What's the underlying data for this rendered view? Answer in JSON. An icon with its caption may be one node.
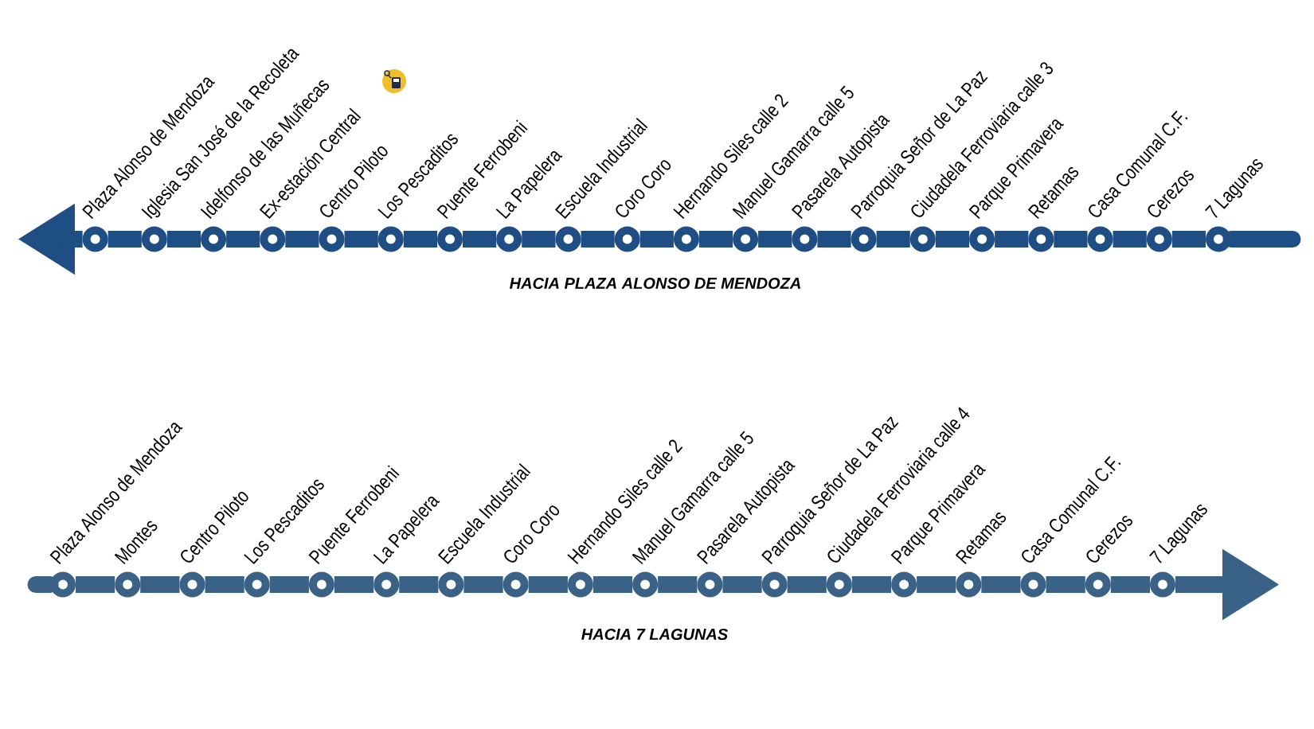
{
  "diagram": {
    "nodes": [
      {
        "text": [],
        "shape": "circle",
        "beside": [
          "Plaza Alonso de Mendoza"
        ]
      },
      {
        "text": [],
        "shape": "circle",
        "beside": [
          "Iglesia San José de la Recoleta"
        ]
      },
      {
        "text": [],
        "shape": "circle",
        "beside": [
          "Idelfonso de las Muñecas"
        ]
      },
      {
        "text": [],
        "shape": "circle",
        "beside": [
          "Ex-estación Central"
        ]
      },
      {
        "text": [],
        "shape": "circle",
        "beside": [
          "Centro Piloto"
        ]
      },
      {
        "text": [],
        "shape": "circle",
        "beside": [
          "Los Pescaditos"
        ]
      },
      {
        "text": [],
        "shape": "circle",
        "beside": [
          "Puente Ferrobeni"
        ]
      },
      {
        "text": [],
        "shape": "circle",
        "beside": [
          "La Papelera"
        ]
      },
      {
        "text": [],
        "shape": "circle",
        "beside": [
          "Escuela Industrial"
        ]
      },
      {
        "text": [],
        "shape": "circle",
        "beside": [
          "Coro Coro"
        ]
      },
      {
        "text": [],
        "shape": "circle",
        "beside": [
          "Hernando Siles calle 2"
        ]
      },
      {
        "text": [],
        "shape": "circle",
        "beside": [
          "Manuel Gamarra calle 5"
        ]
      },
      {
        "text": [],
        "shape": "circle",
        "beside": [
          "Pasarela Autopista"
        ]
      },
      {
        "text": [],
        "shape": "circle",
        "beside": [
          "Parroquia Señor de La Paz"
        ]
      },
      {
        "text": [],
        "shape": "circle",
        "beside": [
          "Ciudadela Ferroviaria calle 3"
        ]
      },
      {
        "text": [],
        "shape": "circle",
        "beside": [
          "Parque Primavera"
        ]
      },
      {
        "text": [],
        "shape": "circle",
        "beside": [
          "Retamas"
        ]
      },
      {
        "text": [],
        "shape": "circle",
        "beside": [
          "Casa Comunal C.F."
        ]
      },
      {
        "text": [],
        "shape": "circle",
        "beside": [
          "Cerezos"
        ]
      },
      {
        "text": [],
        "shape": "circle",
        "beside": [
          "7 Lagunas"
        ]
      },
      {
        "text": [],
        "shape": "circle",
        "beside": [
          "Plaza Alonso de Mendoza"
        ]
      },
      {
        "text": [],
        "shape": "circle",
        "beside": [
          "Montes"
        ]
      },
      {
        "text": [],
        "shape": "circle",
        "beside": [
          "Centro Piloto"
        ]
      },
      {
        "text": [],
        "shape": "circle",
        "beside": [
          "Los Pescaditos"
        ]
      },
      {
        "text": [],
        "shape": "circle",
        "beside": [
          "Puente Ferrobeni"
        ]
      },
      {
        "text": [],
        "shape": "circle",
        "beside": [
          "La Papelera"
        ]
      },
      {
        "text": [],
        "shape": "circle",
        "beside": [
          "Escuela Industrial"
        ]
      },
      {
        "text": [],
        "shape": "circle",
        "beside": [
          "Coro Coro"
        ]
      },
      {
        "text": [],
        "shape": "circle",
        "beside": [
          "Hernando Siles calle 2"
        ]
      },
      {
        "text": [],
        "shape": "circle",
        "beside": [
          "Manuel Gamarra calle 5"
        ]
      },
      {
        "text": [],
        "shape": "circle",
        "beside": [
          "Pasarela Autopista"
        ]
      },
      {
        "text": [],
        "shape": "circle",
        "beside": [
          "Parroquia Señor de La Paz"
        ]
      },
      {
        "text": [],
        "shape": "circle",
        "beside": [
          "Ciudadela Ferroviaria calle 4"
        ]
      },
      {
        "text": [],
        "shape": "circle",
        "beside": [
          "Parque Primavera"
        ]
      },
      {
        "text": [],
        "shape": "circle",
        "beside": [
          "Retamas"
        ]
      },
      {
        "text": [],
        "shape": "circle",
        "beside": [
          "Casa Comunal C.F."
        ]
      },
      {
        "text": [],
        "shape": "circle",
        "beside": [
          "Cerezos"
        ]
      },
      {
        "text": [],
        "shape": "circle",
        "beside": [
          "7 Lagunas"
        ]
      }
    ],
    "edges": [
      {
        "from": 0,
        "to": null,
        "arrow": "to"
      },
      {
        "from": 0,
        "to": 1,
        "arrow": "none"
      },
      {
        "from": 1,
        "to": 2,
        "arrow": "none"
      },
      {
        "from": 2,
        "to": 3,
        "arrow": "none"
      },
      {
        "from": 3,
        "to": 4,
        "arrow": "none"
      },
      {
        "from": 4,
        "to": 5,
        "arrow": "none"
      },
      {
        "from": 5,
        "to": 6,
        "arrow": "none"
      },
      {
        "from": 6,
        "to": 7,
        "arrow": "none"
      },
      {
        "from": 7,
        "to": 8,
        "arrow": "none"
      },
      {
        "from": 8,
        "to": 9,
        "arrow": "none"
      },
      {
        "from": 9,
        "to": 10,
        "arrow": "none"
      },
      {
        "from": 10,
        "to": 11,
        "arrow": "none"
      },
      {
        "from": 11,
        "to": 12,
        "arrow": "none"
      },
      {
        "from": 12,
        "to": 13,
        "arrow": "none"
      },
      {
        "from": 13,
        "to": 14,
        "arrow": "none"
      },
      {
        "from": 14,
        "to": 15,
        "arrow": "none"
      },
      {
        "from": 15,
        "to": 16,
        "arrow": "none"
      },
      {
        "from": 16,
        "to": 17,
        "arrow": "none"
      },
      {
        "from": 17,
        "to": 18,
        "arrow": "none"
      },
      {
        "from": 18,
        "to": 19,
        "arrow": "none"
      },
      {
        "from": 19,
        "to": null,
        "arrow": "none"
      },
      {
        "from": 20,
        "to": null,
        "arrow": "none",
        "color": "#3a6186"
      },
      {
        "from": 20,
        "to": 21,
        "arrow": "none",
        "color": "#3a6186"
      },
      {
        "from": 21,
        "to": 22,
        "arrow": "none",
        "color": "#3a6186"
      },
      {
        "from": 22,
        "to": 23,
        "arrow": "none",
        "color": "#3a6186"
      },
      {
        "from": 23,
        "to": 24,
        "arrow": "none",
        "color": "#3a6186"
      },
      {
        "from": 24,
        "to": 25,
        "arrow": "none",
        "color": "#3a6186"
      },
      {
        "from": 25,
        "to": 26,
        "arrow": "none",
        "color": "#3a6186"
      },
      {
        "from": 26,
        "to": 27,
        "arrow": "none",
        "color": "#3a6186"
      },
      {
        "from": 27,
        "to": 28,
        "arrow": "none",
        "color": "#3a6186"
      },
      {
        "from": 28,
        "to": 29,
        "arrow": "none",
        "color": "#3a6186"
      },
      {
        "from": 29,
        "to": 30,
        "arrow": "none",
        "color": "#3a6186"
      },
      {
        "from": 30,
        "to": 31,
        "arrow": "none",
        "color": "#3a6186"
      },
      {
        "from": 31,
        "to": 32,
        "arrow": "none",
        "color": "#3a6186"
      },
      {
        "from": 32,
        "to": 33,
        "arrow": "none",
        "color": "#3a6186"
      },
      {
        "from": 33,
        "to": 34,
        "arrow": "none",
        "color": "#3a6186"
      },
      {
        "from": 34,
        "to": 35,
        "arrow": "none",
        "color": "#3a6186"
      },
      {
        "from": 35,
        "to": 36,
        "arrow": "none",
        "color": "#3a6186"
      },
      {
        "from": 36,
        "to": 37,
        "arrow": "none",
        "color": "#3a6186"
      },
      {
        "from": 37,
        "to": null,
        "arrow": "to",
        "color": "#3a6186"
      }
    ],
    "labels": [
      "HACIA PLAZA ALONSO DE MENDOZA",
      "HACIA 7 LAGUNAS"
    ]
  }
}
